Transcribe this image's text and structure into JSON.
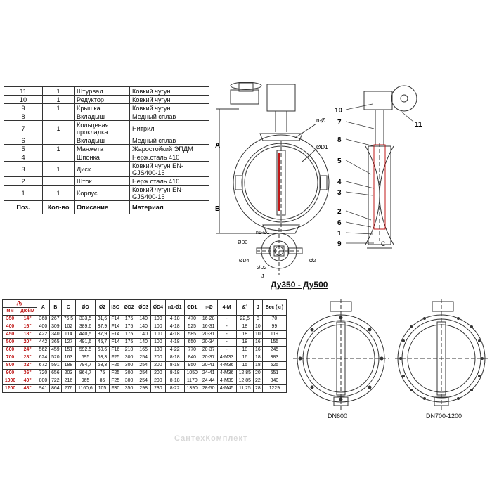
{
  "parts_table": {
    "header": {
      "pos": "Поз.",
      "qty": "Кол-во",
      "desc": "Описание",
      "material": "Материал"
    },
    "rows": [
      {
        "pos": "11",
        "qty": "1",
        "desc": "Штурвал",
        "material": "Ковкий чугун"
      },
      {
        "pos": "10",
        "qty": "1",
        "desc": "Редуктор",
        "material": "Ковкий чугун"
      },
      {
        "pos": "9",
        "qty": "1",
        "desc": "Крышка",
        "material": "Ковкий чугун"
      },
      {
        "pos": "8",
        "qty": "",
        "desc": "Вкладыш",
        "material": "Медный сплав"
      },
      {
        "pos": "7",
        "qty": "1",
        "desc": "Кольцевая прокладка",
        "material": "Нитрил"
      },
      {
        "pos": "6",
        "qty": "",
        "desc": "Вкладыш",
        "material": "Медный сплав"
      },
      {
        "pos": "5",
        "qty": "1",
        "desc": "Манжета",
        "material": "Жаростойкий ЭПДМ"
      },
      {
        "pos": "4",
        "qty": "",
        "desc": "Шпонка",
        "material": "Нерж.сталь 410"
      },
      {
        "pos": "3",
        "qty": "1",
        "desc": "Диск",
        "material": "Ковкий чугун EN-GJS400-15"
      },
      {
        "pos": "2",
        "qty": "",
        "desc": "Шток",
        "material": "Нерж.сталь 410"
      },
      {
        "pos": "1",
        "qty": "1",
        "desc": "Корпус",
        "material": "Ковкий чугун EN-GJS400-15"
      }
    ]
  },
  "dims_table": {
    "header_top": [
      "Ду",
      "A",
      "B",
      "C",
      "ØD",
      "Ø2",
      "ISO",
      "ØD2",
      "ØD3",
      "ØD4",
      "n1-Ø1",
      "ØD1",
      "n-Ø",
      "4-M",
      "&°",
      "J",
      "Вес (кг)"
    ],
    "header_sub": [
      "мм",
      "дюйм"
    ],
    "rows": [
      [
        "350",
        "14\"",
        "368",
        "267",
        "76,5",
        "333,5",
        "31,6",
        "F14",
        "175",
        "140",
        "100",
        "4-18",
        "470",
        "16-28",
        "-",
        "22,5",
        "8",
        "70"
      ],
      [
        "400",
        "16\"",
        "400",
        "309",
        "102",
        "389,6",
        "37,9",
        "F14",
        "175",
        "140",
        "100",
        "4-18",
        "525",
        "16-31",
        "-",
        "18",
        "10",
        "99"
      ],
      [
        "450",
        "18\"",
        "422",
        "340",
        "114",
        "440,5",
        "37,9",
        "F14",
        "175",
        "140",
        "100",
        "4-18",
        "585",
        "20-31",
        "-",
        "18",
        "10",
        "119"
      ],
      [
        "500",
        "20\"",
        "442",
        "365",
        "127",
        "491,6",
        "45,7",
        "F14",
        "175",
        "140",
        "100",
        "4-18",
        "650",
        "20-34",
        "-",
        "18",
        "16",
        "155"
      ],
      [
        "600",
        "24\"",
        "562",
        "459",
        "151",
        "592,5",
        "50,6",
        "F16",
        "210",
        "165",
        "130",
        "4-22",
        "770",
        "20-37",
        "-",
        "18",
        "16",
        "245"
      ],
      [
        "700",
        "28\"",
        "624",
        "520",
        "163",
        "695",
        "63,3",
        "F25",
        "300",
        "254",
        "200",
        "8-18",
        "840",
        "20-37",
        "4-M33",
        "16",
        "18",
        "383"
      ],
      [
        "800",
        "32\"",
        "672",
        "591",
        "188",
        "794,7",
        "63,3",
        "F25",
        "300",
        "254",
        "200",
        "8-18",
        "950",
        "20-41",
        "4-M36",
        "15",
        "18",
        "525"
      ],
      [
        "900",
        "36\"",
        "720",
        "656",
        "203",
        "864,7",
        "75",
        "F25",
        "300",
        "254",
        "200",
        "8-18",
        "1050",
        "24-41",
        "4-M36",
        "12,85",
        "20",
        "651"
      ],
      [
        "1000",
        "40\"",
        "800",
        "722",
        "216",
        "965",
        "85",
        "F25",
        "300",
        "254",
        "200",
        "8-18",
        "1170",
        "24-44",
        "4-M39",
        "12,85",
        "22",
        "840"
      ],
      [
        "1200",
        "48\"",
        "941",
        "864",
        "276",
        "1160,6",
        "105",
        "F30",
        "350",
        "298",
        "230",
        "8-22",
        "1390",
        "28-50",
        "4-M45",
        "11,25",
        "28",
        "1229"
      ]
    ]
  },
  "drawing_labels": {
    "caption": "Ду350 - Ду500",
    "dn600": "DN600",
    "dn700": "DN700-1200",
    "watermark": "СантехКомплект",
    "dim_A": "A",
    "dim_B": "B",
    "dim_C": "C",
    "nphi": "n-Ø",
    "phiD1": "ØD1",
    "phiD3": "ØD3",
    "phiD4": "ØD4",
    "phiD2": "ØD2",
    "n1phi1": "n1-Ø1",
    "phi2": "Ø2",
    "J": "J",
    "callouts": [
      "10",
      "7",
      "8",
      "5",
      "4",
      "3",
      "2",
      "6",
      "1",
      "9",
      "11"
    ]
  },
  "colors": {
    "accent": "#c01818",
    "line": "#333333"
  }
}
